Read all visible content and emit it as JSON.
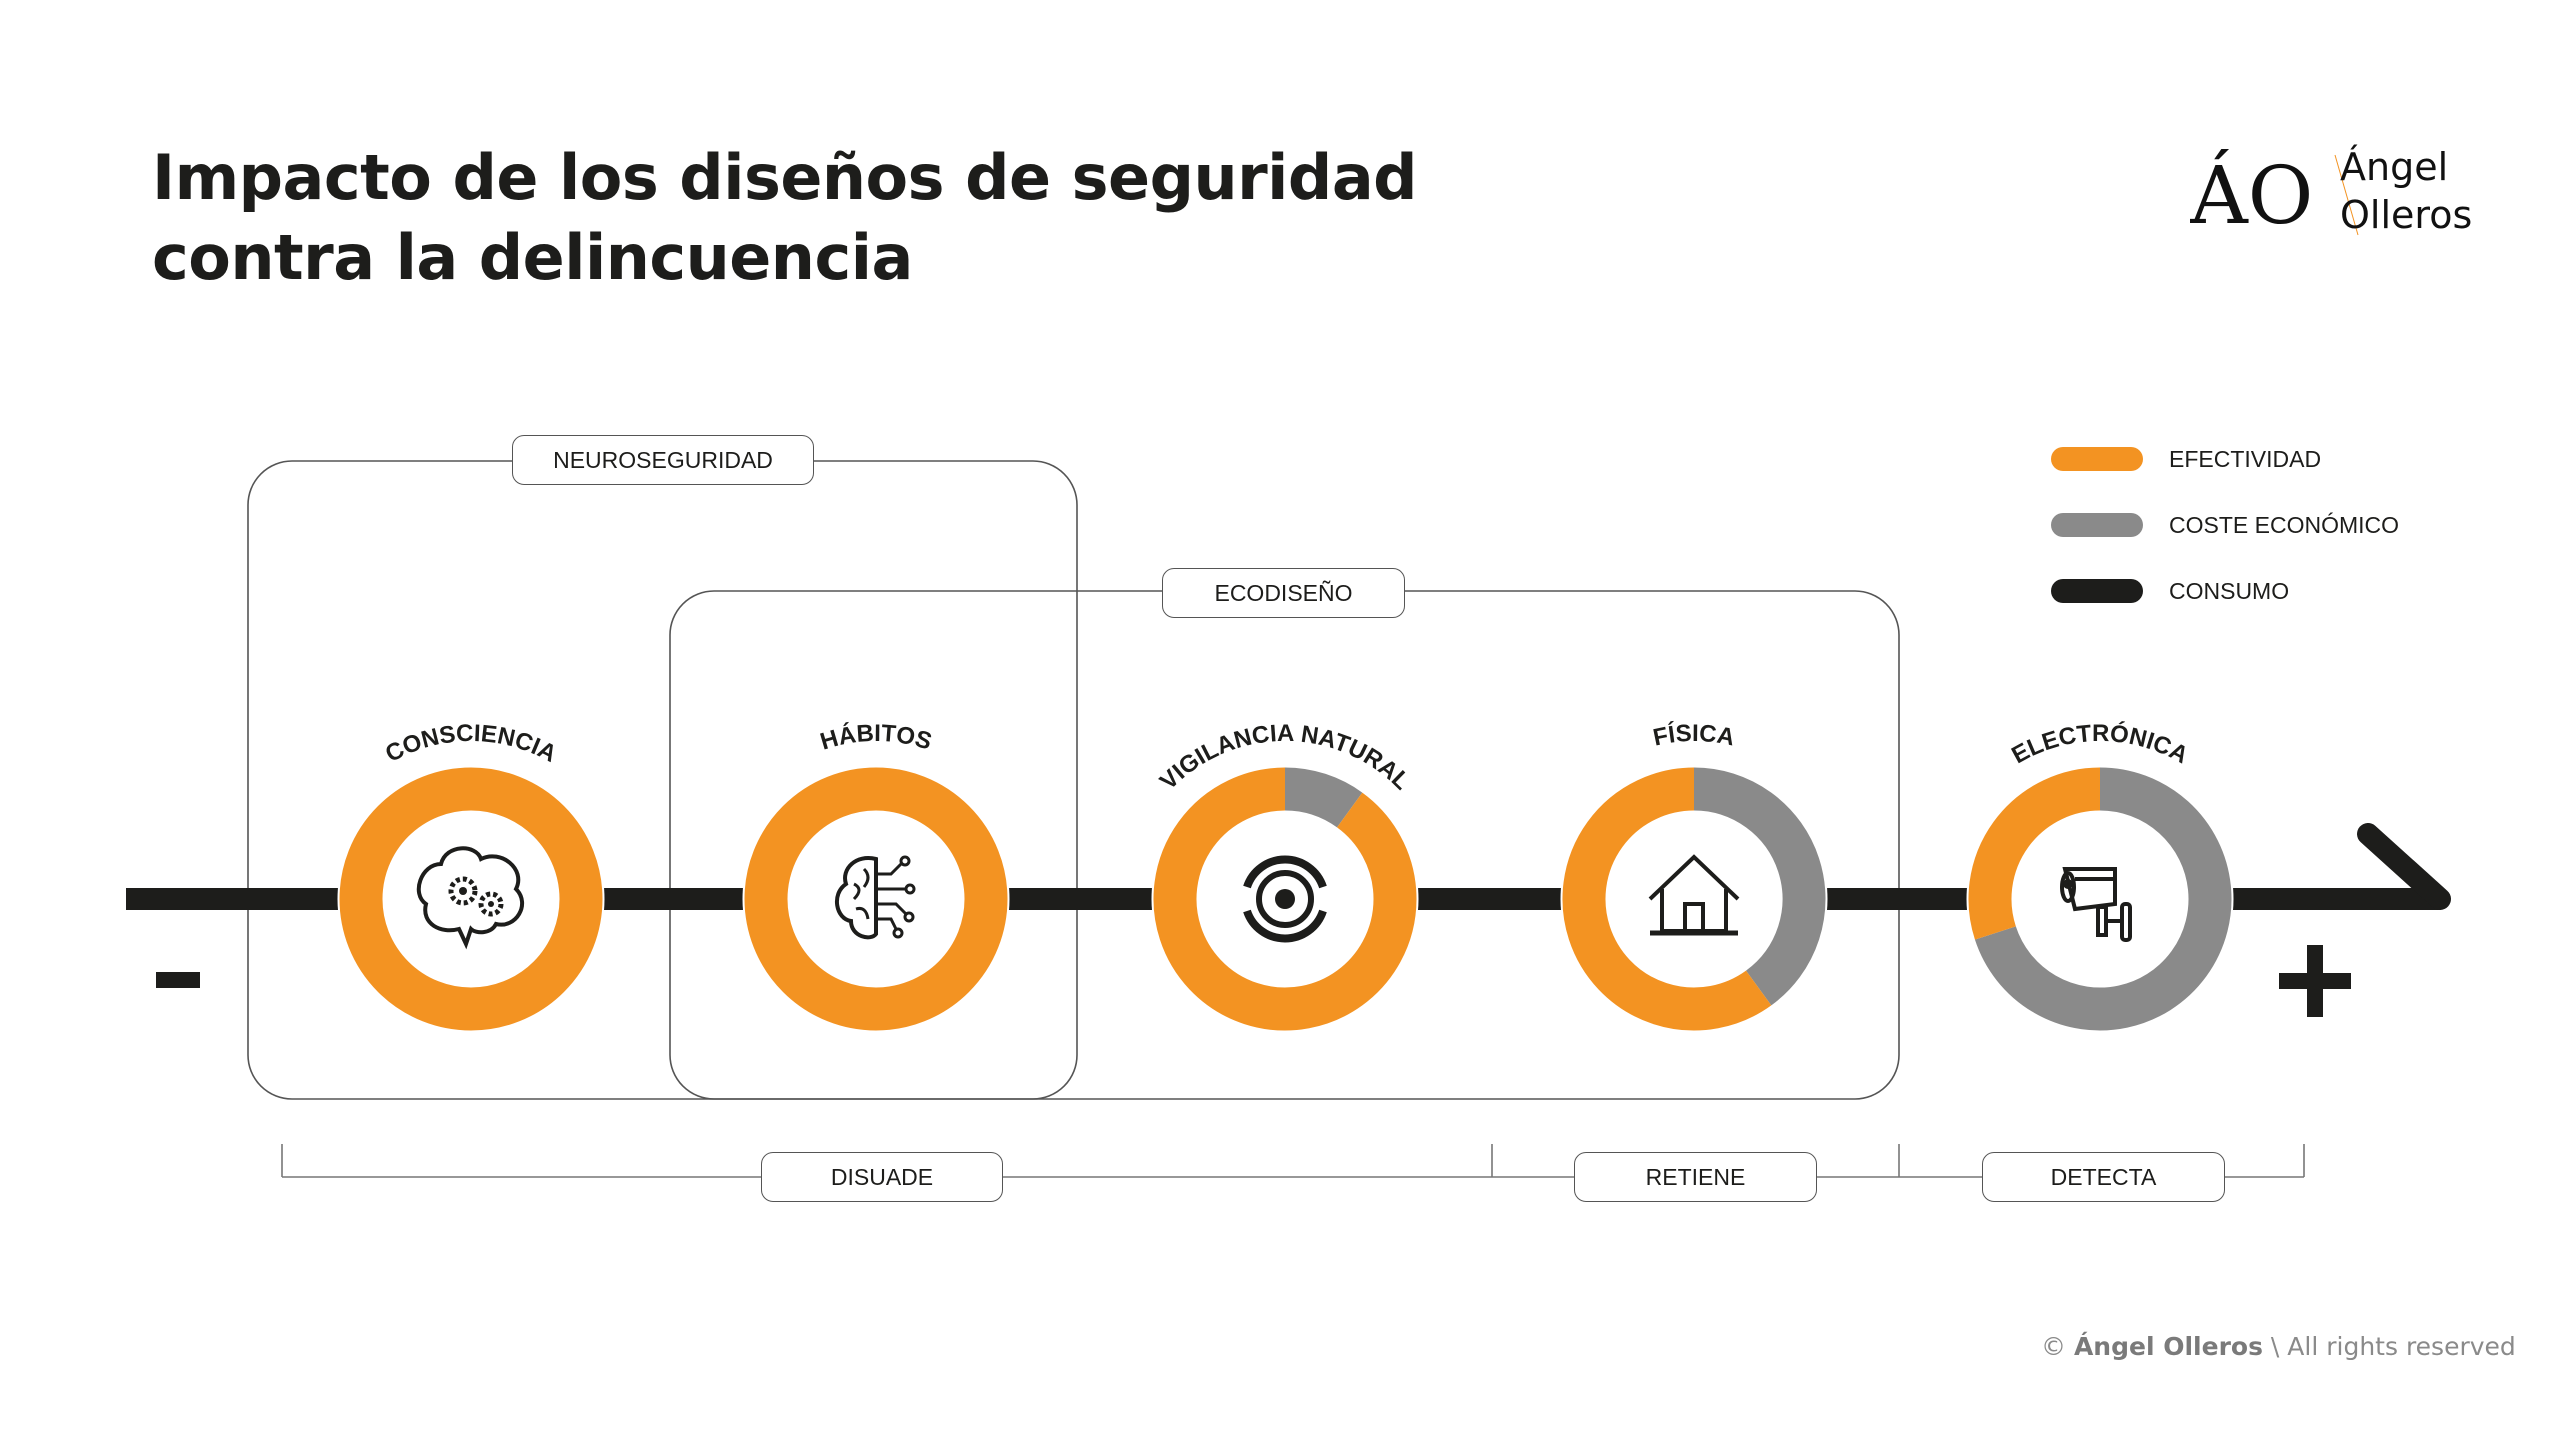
{
  "title": {
    "line1": "Impacto de los diseños de seguridad",
    "line2": "contra la delincuencia"
  },
  "logo": {
    "monogram": "ÁO",
    "line1": "Ángel",
    "line2": "Olleros"
  },
  "legend": [
    {
      "label": "EFECTIVIDAD",
      "color": "#f39322"
    },
    {
      "label": "COSTE ECONÓMICO",
      "color": "#8a8a8a"
    },
    {
      "label": "CONSUMO",
      "color": "#1d1d1b"
    }
  ],
  "groups": {
    "neuroseguridad": "NEUROSEGURIDAD",
    "ecodiseno": "ECODISEÑO"
  },
  "outcomes": {
    "disuade": "DISUADE",
    "retiene": "RETIENE",
    "detecta": "DETECTA"
  },
  "scale": {
    "minus": "-",
    "plus": "+"
  },
  "chart_data": {
    "type": "pie",
    "series_names": [
      "EFECTIVIDAD",
      "COSTE ECONÓMICO"
    ],
    "items": [
      {
        "label": "CONSCIENCIA",
        "icon": "brain-gears-icon",
        "efectividad": 100,
        "coste": 0
      },
      {
        "label": "HÁBITOS",
        "icon": "brain-circuit-icon",
        "efectividad": 100,
        "coste": 0
      },
      {
        "label": "VIGILANCIA NATURAL",
        "icon": "eye-target-icon",
        "efectividad": 90,
        "coste": 10
      },
      {
        "label": "FÍSICA",
        "icon": "house-icon",
        "efectividad": 60,
        "coste": 40
      },
      {
        "label": "ELECTRÓNICA",
        "icon": "security-camera-icon",
        "efectividad": 30,
        "coste": 70
      }
    ]
  },
  "copyright": {
    "symbol": "©",
    "name": "Ángel Olleros",
    "rest": "\\ All rights reserved"
  }
}
